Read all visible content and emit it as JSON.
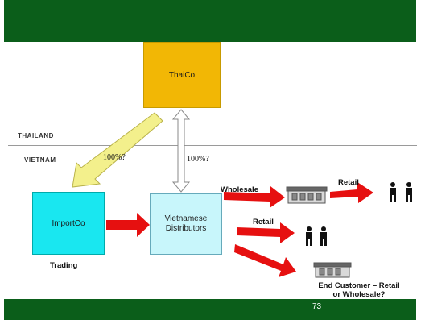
{
  "labels": {
    "thailand": "THAILAND",
    "vietnam": "VIETNAM",
    "pct_left": "100%?",
    "pct_right": "100%?",
    "trading": "Trading",
    "wholesale": "Wholesale",
    "retail_top": "Retail",
    "retail_mid": "Retail",
    "end_customer_line1": "End Customer – Retail",
    "end_customer_line2": "or Wholesale?"
  },
  "boxes": {
    "thaico": "ThaiCo",
    "importco": "ImportCo",
    "distributors_line1": "Vietnamese",
    "distributors_line2": "Distributors"
  },
  "footer": {
    "page_number": "73"
  },
  "colors": {
    "bar_green": "#0b5e1a",
    "thaico": "#f2b705",
    "importco": "#19e7f0",
    "distributors": "#c8f6fb",
    "red_arrow": "#e61010",
    "yellow_arrow": "#f3f08c"
  }
}
